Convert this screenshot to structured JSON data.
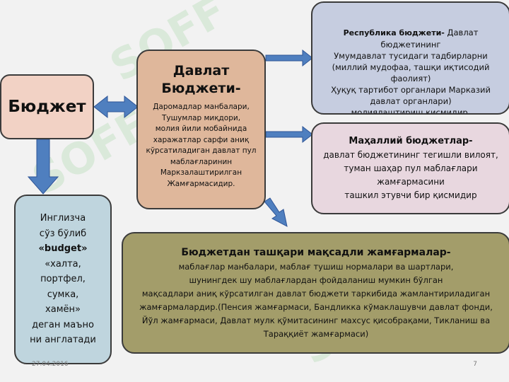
{
  "watermark": "SOFF",
  "boxes": {
    "budget": {
      "title": "Бюджет"
    },
    "davlat": {
      "title_line1": "Давлат",
      "title_line2": "Бюджети-",
      "desc": "Даромадлар манбалари,\nТушумлар миқдори,\nмолия йили мобайнида\nхаражатлар сарфи аниқ\nкўрсатиладиган давлат пул\nмаблағларинин\nМаркзалаштирилган\nЖамғармасидир."
    },
    "respublika": {
      "lead": "Республика бюджети-",
      "desc_first": " Давлат бюджетининг",
      "desc": "Умумдавлат тусидаги  тадбирларни\n(миллий мудофаа, ташқи иқтисодий фаолият)\nҲуқуқ тартибот органлари  Марказий\nдавлат органлари)\nмолиялаштириш қисмидир."
    },
    "mahalliy": {
      "title": "Маҳаллий бюджетлар-",
      "desc": "давлат бюджетининг тегишли вилоят,\nтуман шаҳар пул маблағлари\nжамғармасини\nташкил этувчи  бир қисмидир"
    },
    "english": {
      "line1": "Инглизча\nсўз бўлиб",
      "word": "«budget»",
      "line2": "«халта,\nпортфел,\nсумка,\nхамён»\nдеган маъно\nни англатади"
    },
    "tashqari": {
      "title": "Бюджетдан ташқари  мақсадли жамғармалар-",
      "desc": "маблағлар манбалари, маблағ тушиш нормалари ва шартлари,\nшунингдек шу маблағлардан фойдаланиш мумкин бўлган\nмақсадлари аниқ кўрсатилган давлат бюджети таркибида жамлантириладиган\nжамғармалардир.(Пенсия жамғармаси, Бандликка кўмаклашувчи давлат фонди,\nЙўл жамғармаси, Давлат мулк қўмитасининг махсус қисобрақами, Тикланиш ва\nТараққиёт жамғармаси)"
    }
  },
  "footer": {
    "date": "27.04.2016",
    "page": "7"
  },
  "colors": {
    "arrow": "#4f7fbf",
    "arrow_stroke": "#2f5597"
  }
}
